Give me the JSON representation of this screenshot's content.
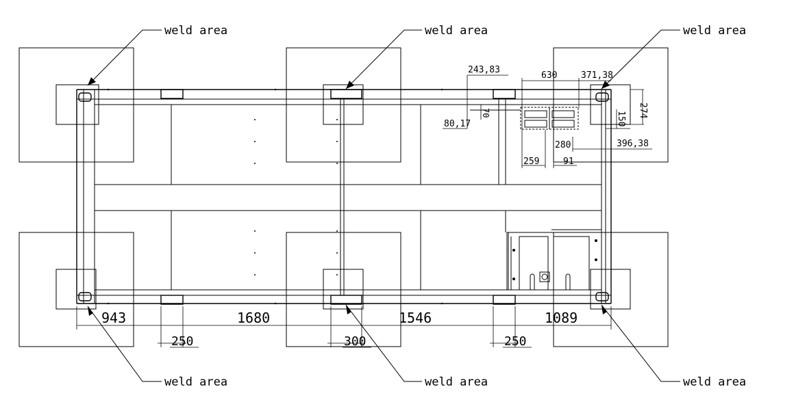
{
  "callouts": {
    "top_left": "weld area",
    "top_center": "weld area",
    "top_right": "weld area",
    "bottom_left": "weld area",
    "bottom_center": "weld area",
    "bottom_right": "weld area"
  },
  "dimensions": {
    "d943": "943",
    "d1680": "1680",
    "d1546": "1546",
    "d1089": "1089",
    "d250a": "250",
    "d300": "300",
    "d250b": "250",
    "d243_83": "243,83",
    "d630": "630",
    "d371_38": "371,38",
    "d274": "274",
    "d70": "70",
    "d80_17": "80,17",
    "d150": "150",
    "d280": "280",
    "d396_38": "396,38",
    "d259": "259",
    "d91": "91"
  }
}
